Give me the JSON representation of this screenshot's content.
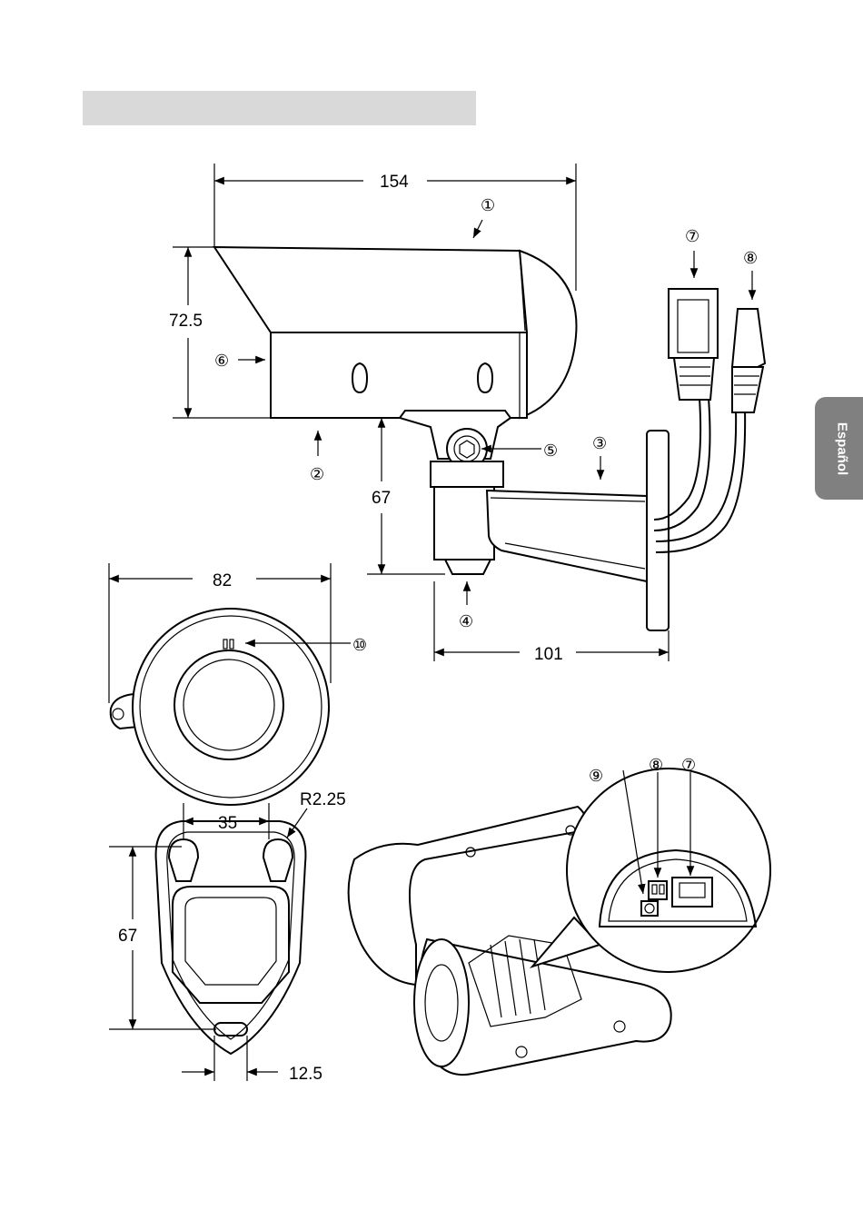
{
  "side_tab": {
    "label": "Español"
  },
  "dimensions": {
    "width_top": "154",
    "height_housing": "72.5",
    "height_bracket": "67",
    "bracket_depth": "101",
    "front_width": "82",
    "hole_spacing": "35",
    "hole_radius": "R2.25",
    "mount_height": "67",
    "slot_width": "12.5"
  },
  "callouts": {
    "c1": "①",
    "c2": "②",
    "c3": "③",
    "c4": "④",
    "c5": "⑤",
    "c6": "⑥",
    "c7": "⑦",
    "c8": "⑧",
    "c9": "⑨",
    "c10": "⑩",
    "c7b": "⑦",
    "c8b": "⑧"
  }
}
